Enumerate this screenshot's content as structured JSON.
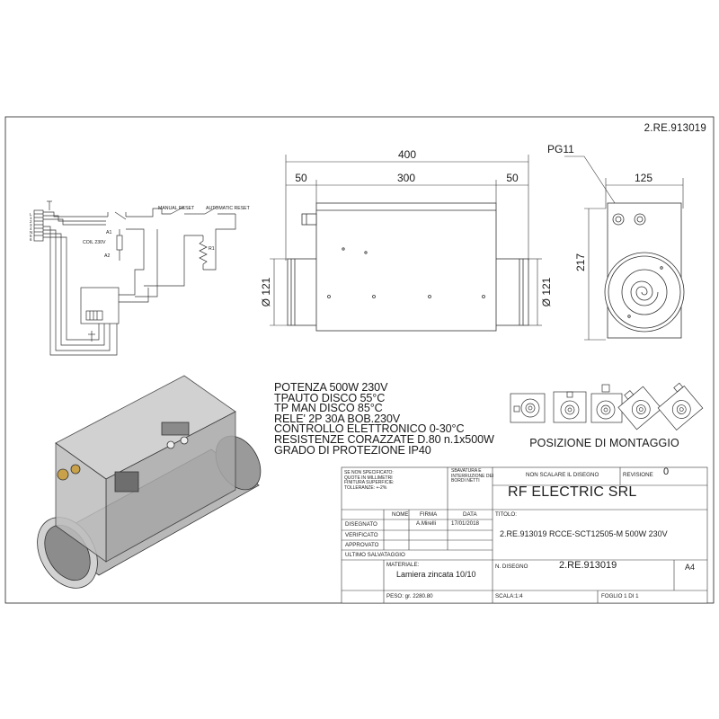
{
  "document_number": "2.RE.913019",
  "dimensions": {
    "overall_length": "400",
    "segment_left": "50",
    "segment_middle": "300",
    "segment_right": "50",
    "diameter_left": "Ø 121",
    "diameter_right": "Ø 121",
    "side_width": "125",
    "side_height": "217",
    "gland_label": "PG11"
  },
  "wiring": {
    "manual_reset": "MANUAL RESET",
    "automatic_reset": "AUTOMATIC RESET",
    "coil": "COIL 230V",
    "a1": "A1",
    "a2": "A2",
    "r1": "R1",
    "terminals": [
      "L",
      "1",
      "2",
      "3",
      "4",
      "N",
      "5",
      "6"
    ]
  },
  "specs": [
    "POTENZA 500W 230V",
    "TPAUTO DISCO 55°C",
    "TP MAN DISCO 85°C",
    "RELE' 2P 30A BOB.230V",
    "CONTROLLO ELETTRONICO 0-30°C",
    "RESISTENZE CORAZZATE D.80 n.1x500W",
    "GRADO DI PROTEZIONE IP40"
  ],
  "mounting_label": "POSIZIONE DI MONTAGGIO",
  "title_block": {
    "notes": [
      "SE NON SPECIFICATO:",
      "QUOTE IN MILLIMETRI",
      "FINITURA SUPERFICIE:",
      "TOLLERANZE: +-2%"
    ],
    "deburr": [
      "SBAVATURA E",
      "INTERRUZIONE DEI",
      "BORDI NETTI"
    ],
    "no_scale": "NON SCALARE IL DISEGNO",
    "revision_label": "REVISIONE",
    "revision_value": "0",
    "company": "RF ELECTRIC SRL",
    "col_name": "NOME",
    "col_signature": "FIRMA",
    "col_date": "DATA",
    "title_label": "TITOLO:",
    "drawn_label": "DISEGNATO",
    "drawn_by": "A.Mirelli",
    "drawn_date": "17/01/2018",
    "verified_label": "VERIFICATO",
    "approved_label": "APPROVATO",
    "last_save_label": "ULTIMO SALVATAGGIO",
    "material_label": "MATERIALE:",
    "material_value": "Lamiera zincata 10/10",
    "title_value": "2.RE.913019 RCCE-SCT12505-M 500W 230V",
    "drawing_no_label": "N. DISEGNO",
    "drawing_no_value": "2.RE.913019",
    "sheet_size": "A4",
    "weight": "PESO: gr.   2280.80",
    "scale": "SCALA:1:4",
    "sheet": "FOGLIO 1 DI 1"
  }
}
